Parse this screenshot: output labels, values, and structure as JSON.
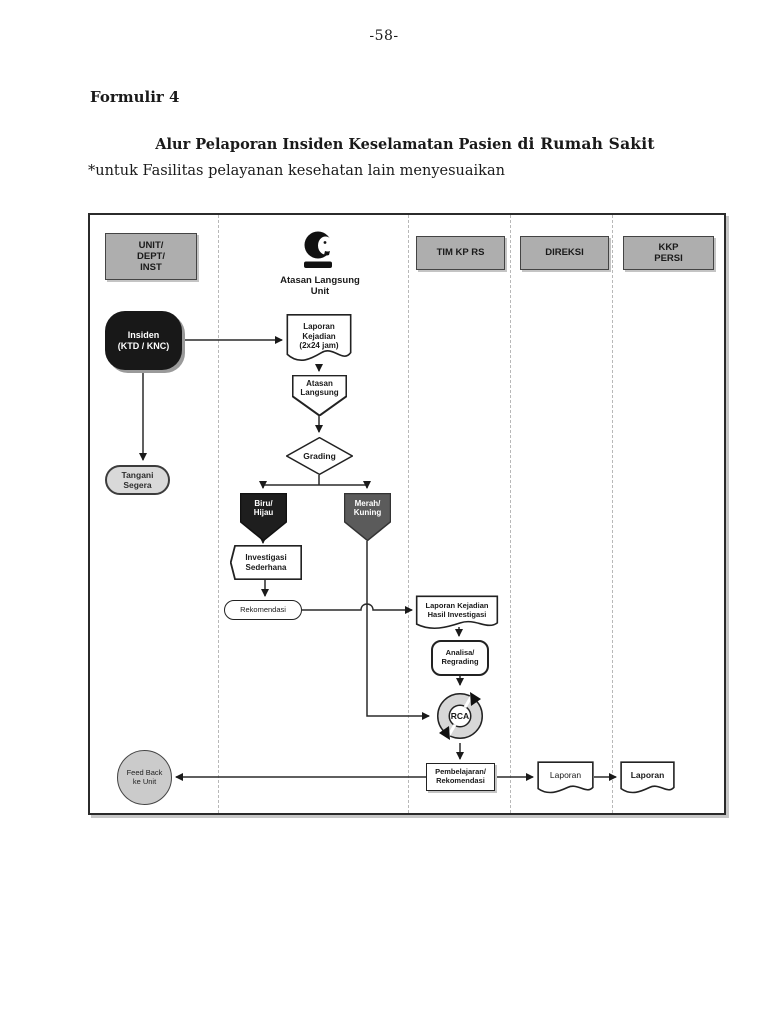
{
  "page": {
    "number": "-58-",
    "form_label": "Formulir 4",
    "title_main": "Alur Pelaporan Insiden Keselamatan Pasien",
    "title_emphasis": " di Rumah Sakit",
    "subtitle": "*untuk Fasilitas pelayanan kesehatan lain menyesuaikan"
  },
  "lanes": {
    "unit": {
      "l1": "UNIT/",
      "l2": "DEPT/",
      "l3": "INST"
    },
    "atasan": {
      "l1": "Atasan Langsung",
      "l2": "Unit"
    },
    "tim_kp_rs": "TIM KP RS",
    "direksi": "DIREKSI",
    "kkp": {
      "l1": "KKP",
      "l2": "PERSI"
    }
  },
  "nodes": {
    "insiden": {
      "l1": "Insiden",
      "l2": "(KTD / KNC)"
    },
    "tangani": {
      "l1": "Tangani",
      "l2": "Segera"
    },
    "laporan_kejadian": {
      "l1": "Laporan",
      "l2": "Kejadian",
      "l3": "(2x24 jam)"
    },
    "atasan_langsung": {
      "l1": "Atasan",
      "l2": "Langsung"
    },
    "grading": "Grading",
    "biru_hijau": {
      "l1": "Biru/",
      "l2": "Hijau"
    },
    "merah_kuning": {
      "l1": "Merah/",
      "l2": "Kuning"
    },
    "investigasi": {
      "l1": "Investigasi",
      "l2": "Sederhana"
    },
    "rekomendasi": "Rekomendasi",
    "laporan_hasil": {
      "l1": "Laporan Kejadian",
      "l2": "Hasil Investigasi"
    },
    "analisa": {
      "l1": "Analisa/",
      "l2": "Regrading"
    },
    "rca": "RCA",
    "pembelajaran": {
      "l1": "Pembelajaran/",
      "l2": "Rekomendasi"
    },
    "laporan_direksi": "Laporan",
    "laporan_kkp": "Laporan",
    "feedback": {
      "l1": "Feed Back",
      "l2": "ke Unit"
    }
  },
  "colors": {
    "ink": "#1a1a1a",
    "line": "#2a2a2a",
    "lane_header_bg": "#aeaeae",
    "dark_node": "#181818",
    "gray_node": "#5b5b5b",
    "soft_node": "#d9d9d9",
    "circle_node": "#cbcbcb"
  }
}
